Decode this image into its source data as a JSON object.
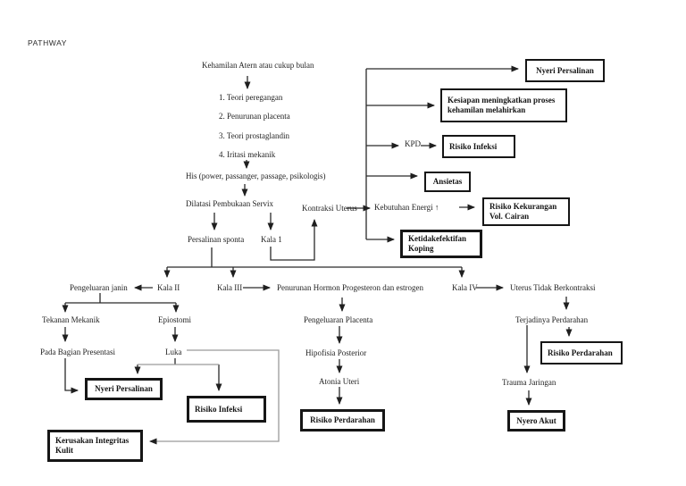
{
  "title": "PATHWAY",
  "colors": {
    "ink": "#1f1f1f",
    "line": "#2a2a2a",
    "line_gray": "#9a9a9a",
    "background": "#ffffff"
  },
  "labels": {
    "kehamilan": "Kehamilan Atern atau cukup bulan",
    "teori_1": "1. Teori peregangan",
    "teori_2": "2. Penurunan placenta",
    "teori_3": "3. Teori prostaglandin",
    "teori_4": "4. Iritasi mekanik",
    "his": "His (power, passanger, passage, psikologis)",
    "dilatasi": "Dilatasi Pembukaan Servix",
    "kontraksi_uterus": "Kontraksi Uterus",
    "persalinan_sponta": "Persalinan sponta",
    "kala_1": "Kala 1",
    "kpd": "KPD",
    "kebutuhan_energi": "Kebutuhan Energi ↑",
    "pengeluaran_janin": "Pengeluaran janin",
    "kala_2": "Kala II",
    "kala_3": "Kala III",
    "penurunan_hormon": "Penurunan Hormon Progesteron dan estrogen",
    "kala_4": "Kala IV",
    "uterus_tidak_berkontraksi": "Uterus Tidak Berkontraksi",
    "tekanan_mekanik": "Tekanan Mekanik",
    "epiostomi": "Epiostomi",
    "pada_bagian_presentasi": "Pada Bagian Presentasi",
    "luka": "Luka",
    "pengeluaran_placenta": "Pengeluaran Placenta",
    "hipofisia_posterior": "Hipofisia Posterior",
    "atonia_uteri": "Atonia Uteri",
    "terjadinya_perdarahan": "Terjadinya Perdarahan",
    "trauma_jaringan": "Trauma Jaringan"
  },
  "diagnosis_boxes": {
    "nyeri_persalinan_top": "Nyeri Persalinan",
    "kesiapan": "Kesiapan meningkatkan proses\nkehamilan melahirkan",
    "risiko_infeksi_top": "Risiko Infeksi",
    "ansietas": "Ansietas",
    "risiko_kekurangan_vol_cairan": "Risiko Kekurangan\nVol. Cairan",
    "ketidakefektifan_koping": "Ketidakefektifan\nKoping",
    "nyeri_persalinan_bottom": "Nyeri Persalinan",
    "risiko_infeksi_bottom": "Risiko Infeksi",
    "kerusakan_integritas_kulit": "Kerusakan Integritas\nKulit",
    "risiko_perdarahan_center": "Risiko Perdarahan",
    "risiko_perdarahan_right": "Risiko Perdarahan",
    "nyero_akut": "Nyero Akut"
  }
}
